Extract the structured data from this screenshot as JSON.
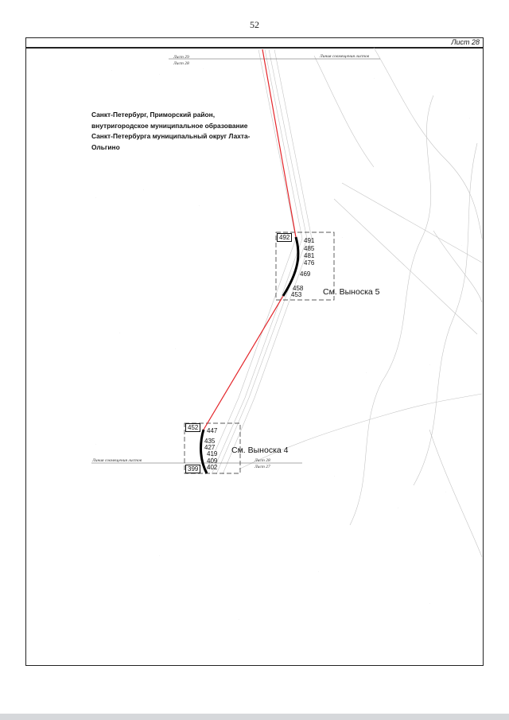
{
  "page_number": "52",
  "sheet_label": "Лист 28",
  "address": "Санкт-Петербург, Приморский район, внутригородское муниципальное образование Санкт-Петербурга муниципальный округ Лахта-Ольгино",
  "callouts": [
    {
      "id": "callout5",
      "label": "См. Выноска 5"
    },
    {
      "id": "callout4",
      "label": "См. Выноска 4"
    }
  ],
  "points_callout5": [
    "492",
    "491",
    "485",
    "481",
    "476",
    "469",
    "458",
    "453"
  ],
  "points_callout4": [
    "452",
    "447",
    "435",
    "427",
    "419",
    "409",
    "402",
    "399"
  ],
  "adjacent_sheets": {
    "top_joint_line": "Линия совмещения листов",
    "top_sheet_above": "Лист 29",
    "top_sheet_below": "Лист 28",
    "bottom_joint_line": "Линия совмещения листов",
    "bottom_sheet_above": "Лист 28",
    "bottom_sheet_below": "Лист 27"
  },
  "colors": {
    "route_line": "#e4262b",
    "route_segment": "#000000",
    "base_map": "#bfbfbf"
  }
}
